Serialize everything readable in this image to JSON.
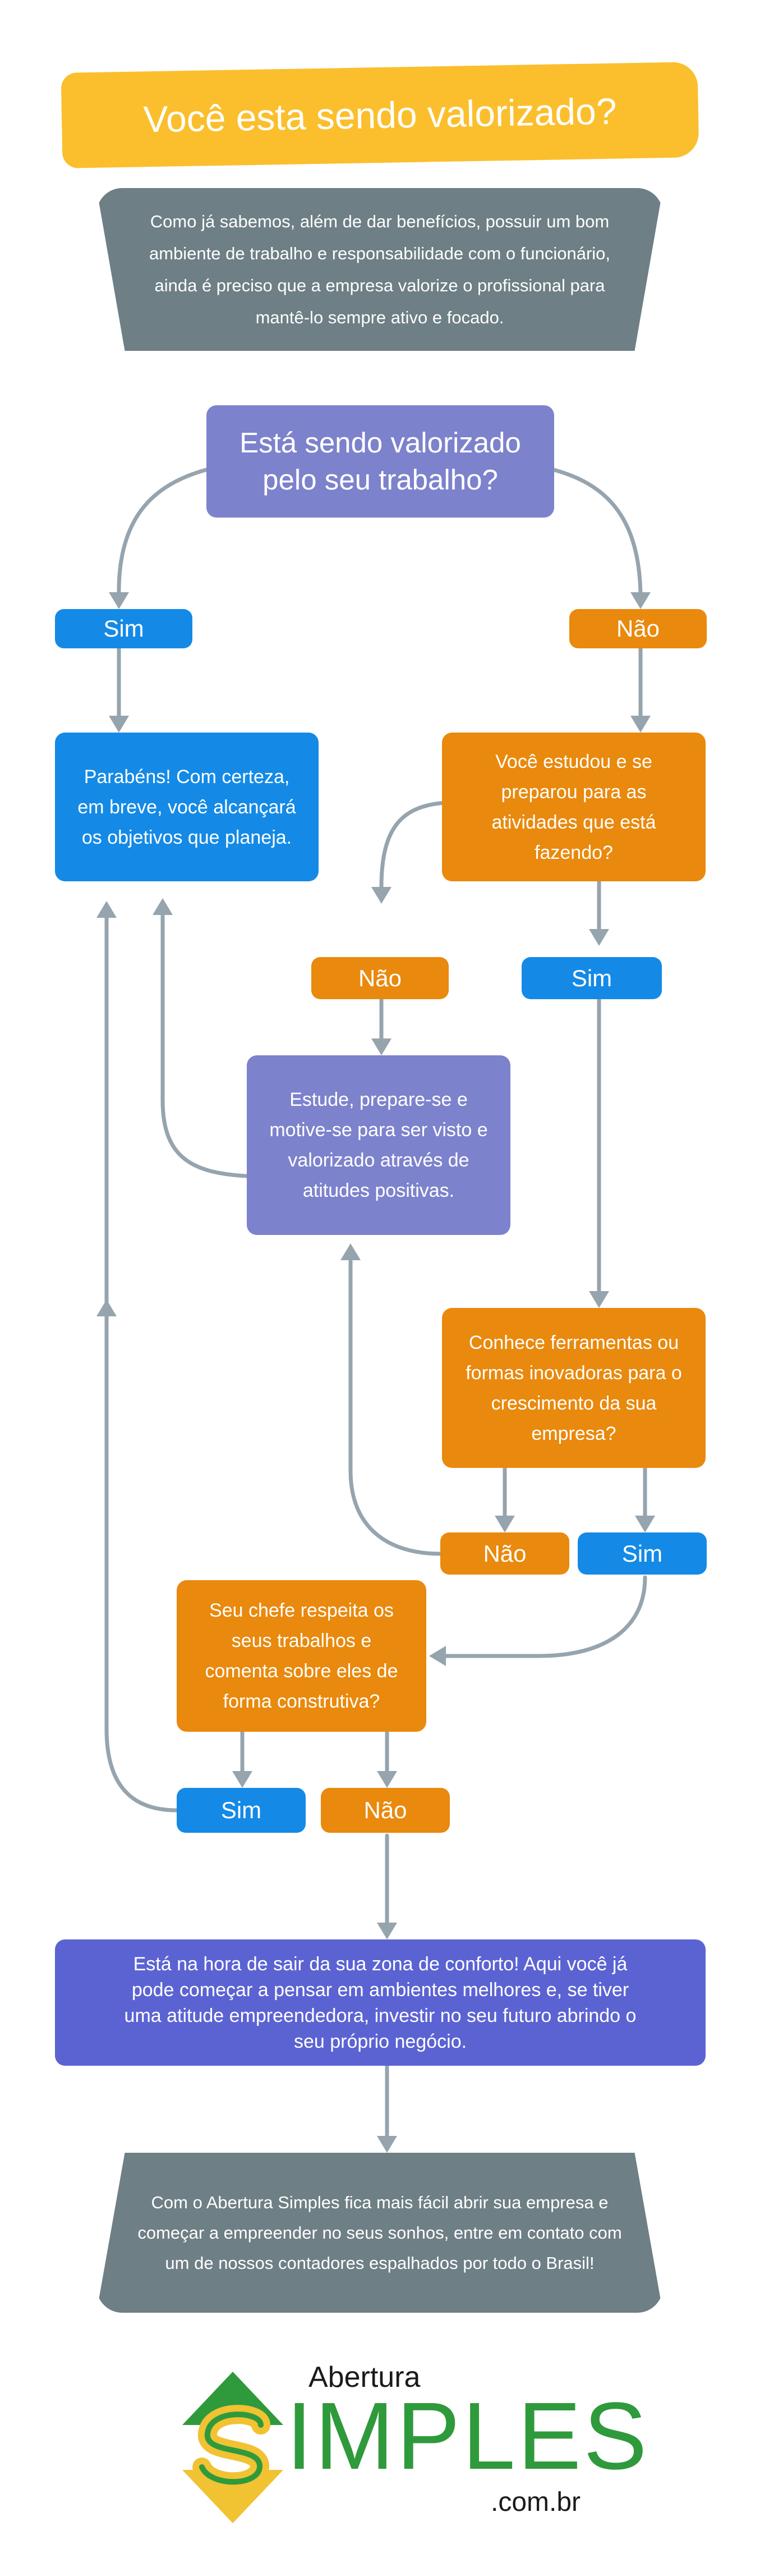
{
  "title": "Você esta sendo valorizado?",
  "intro": "Como já sabemos, além de dar benefícios, possuir um bom ambiente de trabalho e responsabilidade com o funcionário, ainda é preciso que a empresa valorize o profissional para mantê-lo sempre ativo e focado.",
  "question_main": "Está sendo valorizado pelo seu trabalho?",
  "labels": {
    "sim": "Sim",
    "nao": "Não"
  },
  "congrats": "Parabéns! Com certeza, em breve, você alcançará os objetivos que planeja.",
  "question_study": "Você estudou e se preparou para as atividades que está fazendo?",
  "advice_study": "Estude, prepare-se e motive-se para ser visto e valorizado através de atitudes positivas.",
  "question_tools": "Conhece ferramentas ou formas inovadoras para o crescimento da sua empresa?",
  "question_boss": "Seu chefe respeita os seus trabalhos e comenta sobre eles de forma construtiva?",
  "comfort_zone": "Está na hora de sair da sua zona de conforto! Aqui você já pode começar a pensar em ambientes melhores e, se tiver uma atitude empreendedora, investir no seu futuro abrindo o seu próprio negócio.",
  "closing": "Com o Abertura Simples fica mais fácil abrir sua empresa e começar a empreender no seus sonhos, entre em contato com um de nossos contadores espalhados por todo o Brasil!",
  "logo": {
    "top": "Abertura",
    "main": "IMPLES",
    "suffix": ".com.br",
    "icon": "dollar-s-arrows-icon"
  },
  "colors": {
    "yellow": "#fbbf2d",
    "slate": "#6e7f85",
    "purple": "#7d82cc",
    "blue": "#148ae6",
    "orange": "#e9890d",
    "indigo": "#5b63d3",
    "connector": "#96a4ae",
    "logo_green": "#2f9a3b"
  }
}
